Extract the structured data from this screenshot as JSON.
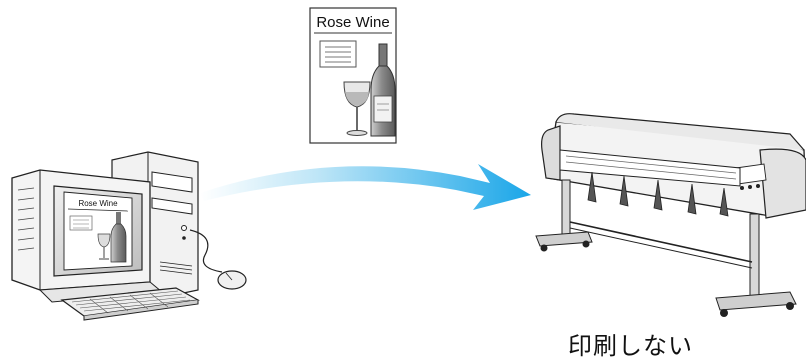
{
  "document": {
    "title": "Rose Wine"
  },
  "monitor_document": {
    "title": "Rose Wine"
  },
  "caption": {
    "text": "印刷しない"
  },
  "colors": {
    "arrow_start": "#ffffff",
    "arrow_end": "#1aa6e8",
    "line": "#222222"
  }
}
